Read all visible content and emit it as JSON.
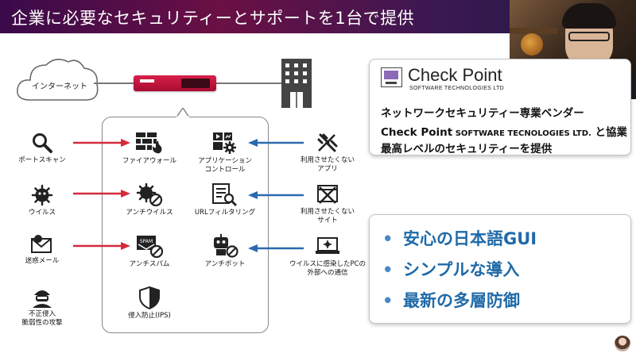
{
  "slide": {
    "title": "企業に必要なセキュリティーとサポートを1台で提供"
  },
  "diagram": {
    "internet_label": "インターネット",
    "threats": [
      {
        "label": "ポートスキャン",
        "icon": "magnifier-icon"
      },
      {
        "label": "ウイルス",
        "icon": "virus-icon"
      },
      {
        "label": "迷惑メール",
        "icon": "spam-mail-icon"
      },
      {
        "label": "不正侵入\n脆弱性の攻撃",
        "icon": "hacker-icon"
      }
    ],
    "features_left": [
      {
        "label": "ファイアウォール",
        "icon": "firewall-icon"
      },
      {
        "label": "アンチウイルス",
        "icon": "anti-virus-icon"
      },
      {
        "label": "アンチスパム",
        "icon": "anti-spam-icon"
      },
      {
        "label": "侵入防止(IPS)",
        "icon": "shield-icon"
      }
    ],
    "features_right": [
      {
        "label": "アプリケーション\nコントロール",
        "icon": "app-control-icon"
      },
      {
        "label": "URLフィルタリング",
        "icon": "url-filter-icon"
      },
      {
        "label": "アンチボット",
        "icon": "anti-bot-icon"
      }
    ],
    "outbound": [
      {
        "label": "利用させたくない\nアプリ",
        "icon": "blocked-app-icon"
      },
      {
        "label": "利用させたくない\nサイト",
        "icon": "blocked-site-icon"
      },
      {
        "label": "ウイルスに感染したPCの\n外部への通信",
        "icon": "infected-pc-icon"
      }
    ],
    "spam_tag": "SPAM",
    "colors": {
      "inbound": "#d42a3a",
      "outbound": "#2a6ab0"
    }
  },
  "checkpoint": {
    "brand": "Check Point",
    "sub": "SOFTWARE TECHNOLOGIES LTD",
    "line1": "ネットワークセキュリティー専業ベンダー",
    "line2_brand": "Check Point",
    "line2_small": " SOFTWARE TECNOLOGIES LTD.",
    "line2_rest": " と協業",
    "line3": "最高レベルのセキュリティーを提供"
  },
  "features": {
    "bullet": "•",
    "items": [
      "安心の日本語GUI",
      "シンプルな導入",
      "最新の多層防御"
    ]
  }
}
